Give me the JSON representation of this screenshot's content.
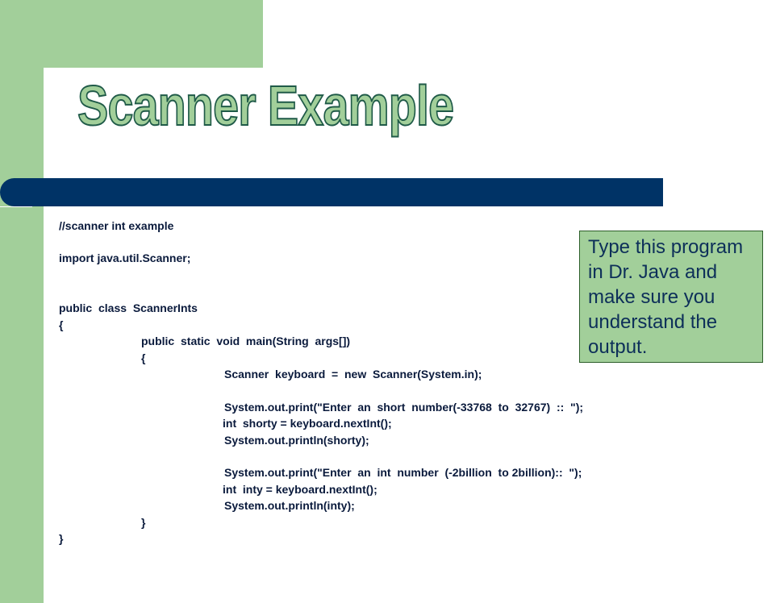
{
  "slide": {
    "title": "Scanner Example",
    "note": "Type this program in Dr. Java and make sure you understand the output."
  },
  "code": {
    "comment": "//scanner int example",
    "import": "import java.util.Scanner;",
    "class_decl": "public  class  ScannerInts",
    "open_class": "{",
    "main_decl": "public  static  void  main(String  args[])",
    "open_main": "{",
    "scanner_line": "Scanner  keyboard  =  new  Scanner(System.in);",
    "print_short": "System.out.print(\"Enter  an  short  number(-33768  to  32767)  ::  \");",
    "read_short": "int  shorty = keyboard.nextInt();",
    "println_short": "System.out.println(shorty);",
    "print_int": "System.out.print(\"Enter  an  int  number  (-2billion  to 2billion)::  \");",
    "read_int": "int  inty = keyboard.nextInt();",
    "println_int": "System.out.println(inty);",
    "close_main": "}",
    "close_class": "}"
  },
  "colors": {
    "accent_green": "#a2cf9a",
    "navy": "#003366",
    "title_outline": "#1f5a48"
  }
}
